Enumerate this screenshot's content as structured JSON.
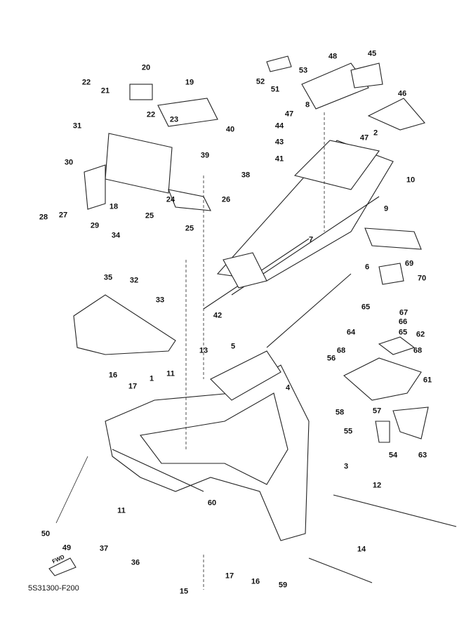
{
  "diagram": {
    "code": "5S31300-F200",
    "fwd_marker": "FWD",
    "part_labels": [
      "20",
      "19",
      "22",
      "21",
      "22",
      "23",
      "31",
      "30",
      "28",
      "27",
      "29",
      "18",
      "24",
      "25",
      "25",
      "26",
      "34",
      "32",
      "33",
      "40",
      "39",
      "38",
      "44",
      "43",
      "41",
      "48",
      "45",
      "52",
      "53",
      "51",
      "47",
      "47",
      "8",
      "46",
      "2",
      "10",
      "9",
      "7",
      "6",
      "69",
      "70",
      "35",
      "42",
      "5",
      "13",
      "4",
      "3",
      "65",
      "67",
      "66",
      "65",
      "64",
      "62",
      "68",
      "68",
      "56",
      "61",
      "58",
      "57",
      "55",
      "54",
      "63",
      "16",
      "17",
      "1",
      "11",
      "11",
      "12",
      "60",
      "50",
      "49",
      "37",
      "36",
      "14",
      "17",
      "16",
      "59",
      "15"
    ]
  }
}
